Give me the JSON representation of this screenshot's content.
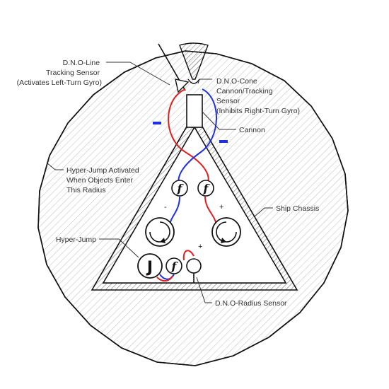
{
  "labels": {
    "dno_line": [
      "D.N.O-Line",
      "Tracking Sensor",
      "(Activates Left-Turn Gyro)"
    ],
    "dno_cone": [
      "D.N.O-Cone",
      "Cannon/Tracking",
      "Sensor",
      "(Inhibits Right-Turn Gyro)"
    ],
    "cannon": "Cannon",
    "hyper_jump_radius": [
      "Hyper-Jump Activated",
      "When Objects Enter",
      "This Radius"
    ],
    "ship_chassis": "Ship Chassis",
    "hyper_jump": "Hyper-Jump",
    "dno_radius": "D.N.O-Radius Sensor"
  },
  "signs": {
    "left_minus": "-",
    "right_plus": "+",
    "bottom_plus": "+"
  },
  "symbols": {
    "function": "f",
    "jump": "J"
  },
  "colors": {
    "outline": "#111111",
    "hatch": "#aaaaaa",
    "wire_red": "#e02020",
    "wire_blue": "#2030e0",
    "leader": "#333333"
  }
}
